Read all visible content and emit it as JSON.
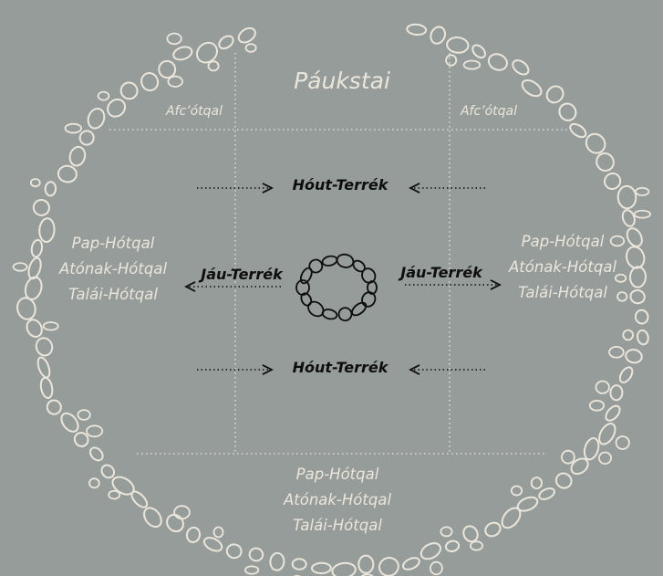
{
  "colors": {
    "background": "#969c9a",
    "stones": "#ebe6dc",
    "guide_lines": "#ebe6dc",
    "inner_labels": "#0e0e0e"
  },
  "title": "Páukstai",
  "corner_labels": {
    "left": "Afc’ótqal",
    "right": "Afc’ótqal"
  },
  "hout_label_top": "Hóut-Terrék",
  "hout_label_bottom": "Hóut-Terrék",
  "jau_label_left": "Jáu-Terrék",
  "jau_label_right": "Jáu-Terrék",
  "groups": {
    "left": [
      "Pap-Hótqal",
      "Atónak-Hótqal",
      "Talái-Hótqal"
    ],
    "right": [
      "Pap-Hótqal",
      "Atónak-Hótqal",
      "Talái-Hótqal"
    ],
    "bottom": [
      "Pap-Hótqal",
      "Atónak-Hótqal",
      "Talái-Hótqal"
    ]
  }
}
